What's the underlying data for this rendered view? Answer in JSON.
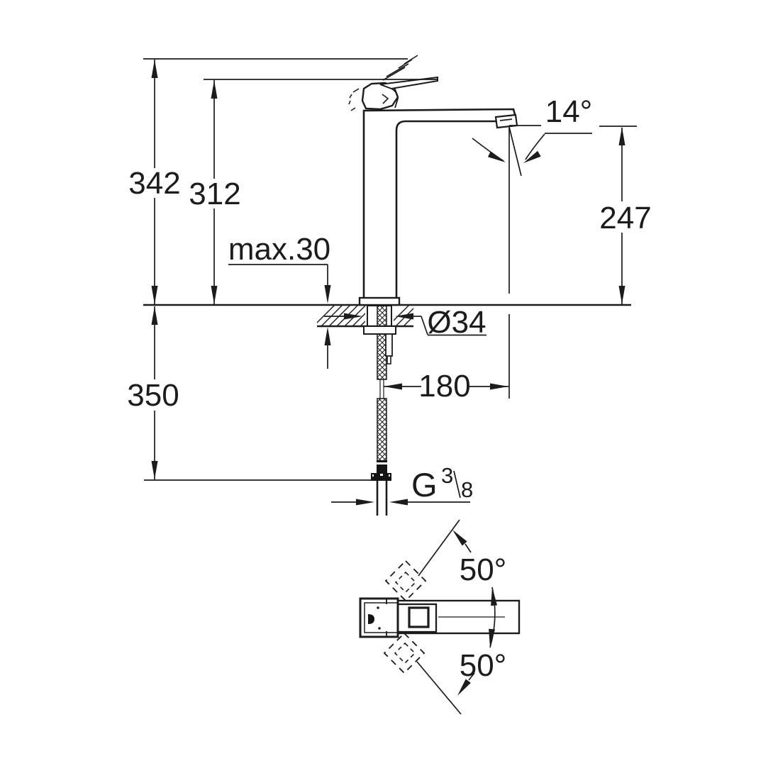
{
  "drawing_labels": {
    "overall_height": "342",
    "height_to_lever": "312",
    "max_mounting_thickness": "max.30",
    "spout_angle": "14°",
    "spout_outlet_height": "247",
    "mounting_hole_diameter": "Ø34",
    "spout_projection": "180",
    "hose_length_below_deck": "350",
    "thread_g": "G",
    "thread_numerator": "3",
    "thread_denominator": "8",
    "swing_angle_upper": "50°",
    "swing_angle_lower": "50°"
  },
  "colors": {
    "background": "#ffffff",
    "line": "#1c1c1c"
  }
}
